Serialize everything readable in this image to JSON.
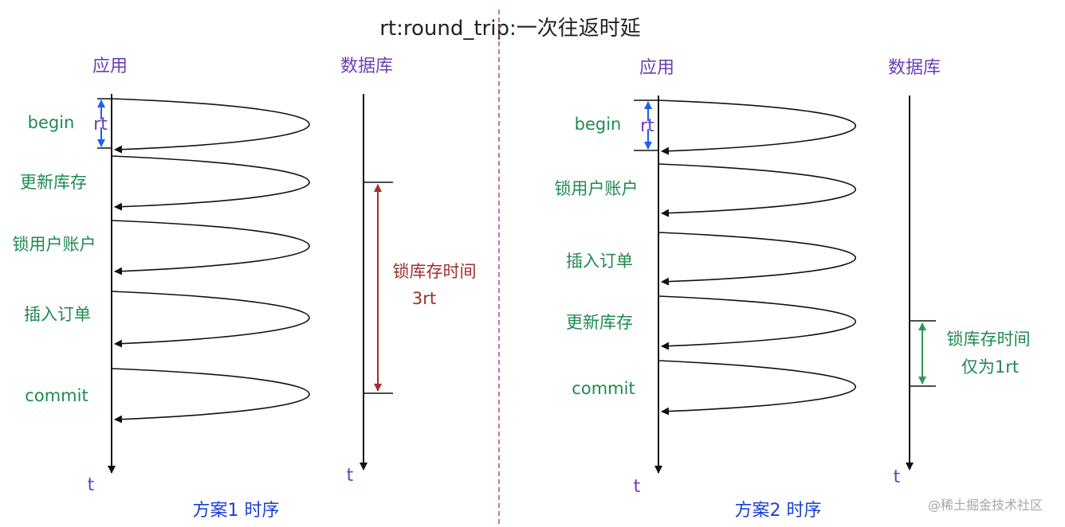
{
  "title": "rt:round_trip:一次往返时延",
  "colors": {
    "lane_label": "#6a3fb5",
    "step_label": "#1f8a52",
    "scheme_label": "#1a3fd6",
    "lock_left": "#a0302c",
    "lock_right": "#2e9a52",
    "rt_arrow": "#1e5ff0",
    "divider": "#a347a0"
  },
  "scheme1": {
    "app_label": "应用",
    "db_label": "数据库",
    "time_app": "t",
    "time_db": "t",
    "rt_label": "rt",
    "steps": [
      "begin",
      "更新库存",
      "锁用户账户",
      "插入订单",
      "commit"
    ],
    "lock_line1": "锁库存时间",
    "lock_line2": "3rt",
    "caption": "方案1 时序"
  },
  "scheme2": {
    "app_label": "应用",
    "db_label": "数据库",
    "time_app": "t",
    "time_db": "t",
    "rt_label": "rt",
    "steps": [
      "begin",
      "锁用户账户",
      "插入订单",
      "更新库存",
      "commit"
    ],
    "lock_line1": "锁库存时间",
    "lock_line2": "仅为1rt",
    "caption": "方案2 时序"
  },
  "watermark": "@稀土掘金技术社区"
}
